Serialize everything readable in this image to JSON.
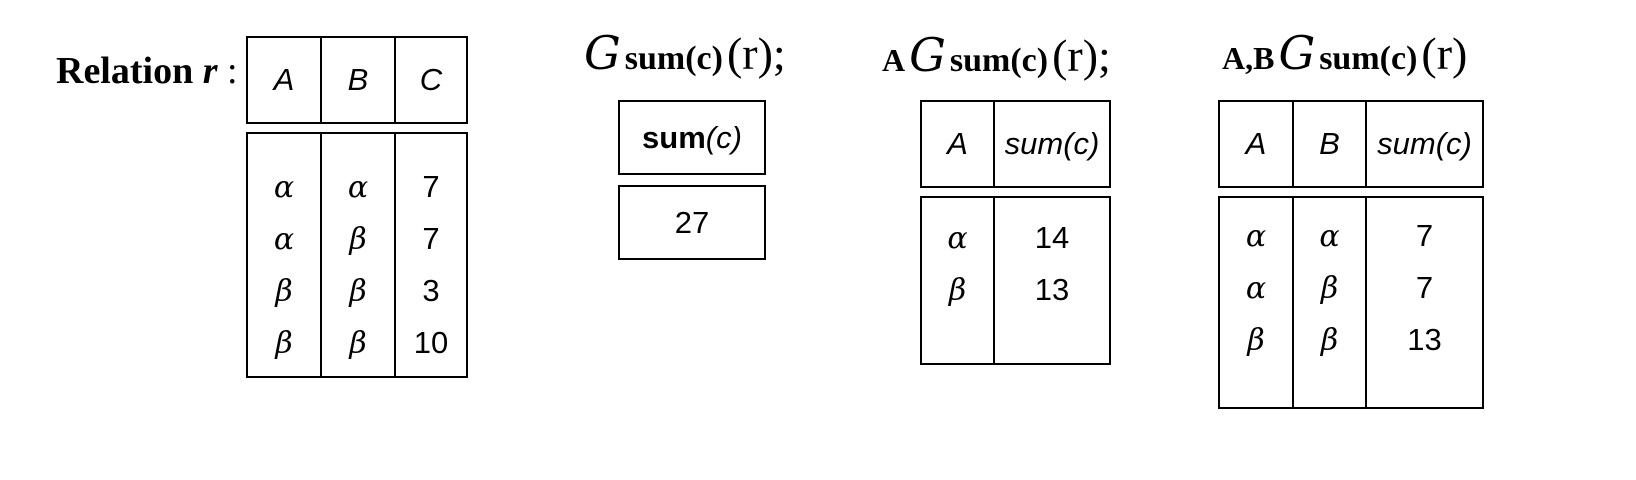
{
  "relation": {
    "label_prefix": "Relation ",
    "label_var": "r",
    "label_suffix": " :",
    "headers": [
      "A",
      "B",
      "C"
    ],
    "rows": [
      [
        "α",
        "α",
        "7"
      ],
      [
        "α",
        "β",
        "7"
      ],
      [
        "β",
        "β",
        "3"
      ],
      [
        "β",
        "β",
        "10"
      ]
    ]
  },
  "query1": {
    "grouping": "",
    "symbol": "G",
    "aggregate": "sum(c)",
    "argument": "(r);",
    "header_bold": "sum",
    "header_italic_open": "(",
    "header_var": "c",
    "header_close": " )",
    "result": "27"
  },
  "query2": {
    "grouping": "A",
    "symbol": "G",
    "aggregate": "sum(c)",
    "argument": "(r);",
    "headers": [
      "A",
      "sum(c)"
    ],
    "rows": [
      [
        "α",
        "14"
      ],
      [
        "β",
        "13"
      ]
    ]
  },
  "query3": {
    "grouping": "A,B",
    "symbol": "G",
    "aggregate": "sum(c)",
    "argument": "(r)",
    "headers": [
      "A",
      "B",
      "sum(c)"
    ],
    "rows": [
      [
        "α",
        "α",
        "7"
      ],
      [
        "α",
        "β",
        "7"
      ],
      [
        "β",
        "β",
        "13"
      ]
    ]
  }
}
